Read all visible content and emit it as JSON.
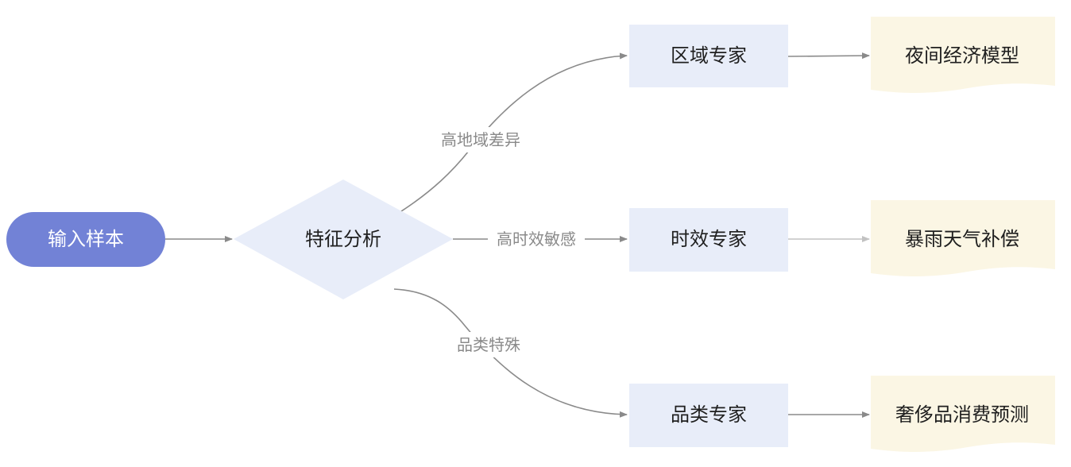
{
  "colors": {
    "input_fill": "#7282d6",
    "decision_fill": "#e8edf9",
    "expert_fill": "#e8edf9",
    "output_fill": "#fbf6e4",
    "edge": "#8a8a8a",
    "edge_light": "#c2c2c2",
    "text_dark": "#1f1f1f",
    "text_label": "#8a8a8a"
  },
  "nodes": {
    "input": "输入样本",
    "decision": "特征分析",
    "experts": [
      "区域专家",
      "时效专家",
      "品类专家"
    ],
    "outputs": [
      "夜间经济模型",
      "暴雨天气补偿",
      "奢侈品消费预测"
    ]
  },
  "edge_labels": [
    "高地域差异",
    "高时效敏感",
    "品类特殊"
  ]
}
